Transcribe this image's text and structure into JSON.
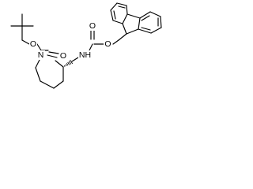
{
  "molecule": {
    "atoms": {
      "o_ester_boc": "O",
      "o_carbonyl_boc": "O",
      "n_ring": "N",
      "n_amide": "NH",
      "o_carbonyl_fmoc": "O",
      "o_ester_fmoc": "O"
    }
  },
  "colors": {
    "bond": "#000000",
    "label": "#000000",
    "background": "#ffffff"
  }
}
